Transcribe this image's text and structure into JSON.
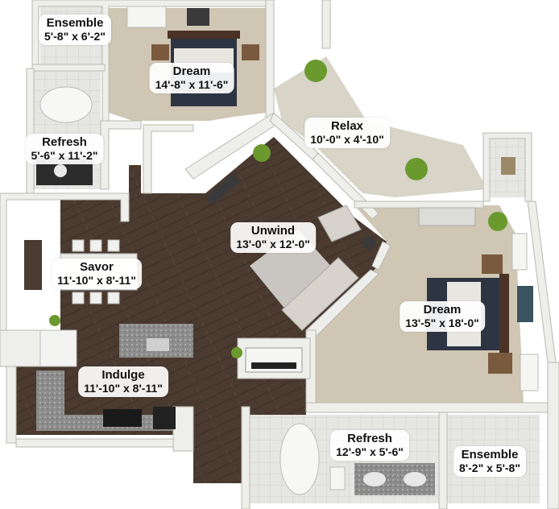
{
  "rooms": [
    {
      "id": "ensemble-top",
      "name": "Ensemble",
      "dims": "5'-8\" x 6'-2\""
    },
    {
      "id": "dream-top",
      "name": "Dream",
      "dims": "14'-8\" x 11'-6\""
    },
    {
      "id": "relax",
      "name": "Relax",
      "dims": "10'-0\" x 4'-10\""
    },
    {
      "id": "refresh-left",
      "name": "Refresh",
      "dims": "5'-6\" x 11'-2\""
    },
    {
      "id": "unwind",
      "name": "Unwind",
      "dims": "13'-0\" x 12'-0\""
    },
    {
      "id": "savor",
      "name": "Savor",
      "dims": "11'-10\" x 8'-11\""
    },
    {
      "id": "dream-right",
      "name": "Dream",
      "dims": "13'-5\" x 18'-0\""
    },
    {
      "id": "indulge",
      "name": "Indulge",
      "dims": "11'-10\" x 8'-11\""
    },
    {
      "id": "refresh-bottom",
      "name": "Refresh",
      "dims": "12'-9\" x 5'-6\""
    },
    {
      "id": "ensemble-bottom",
      "name": "Ensemble",
      "dims": "8'-2\" x 5'-8\""
    }
  ],
  "colors": {
    "wood": "#4a3a2f",
    "carpet": "#cfc6b3",
    "wall": "#eeeeea",
    "wall_shadow": "#b9b9b3",
    "tile": "#e4e4e0",
    "rug": "#c9c6c2",
    "bed": "#2e3542"
  }
}
